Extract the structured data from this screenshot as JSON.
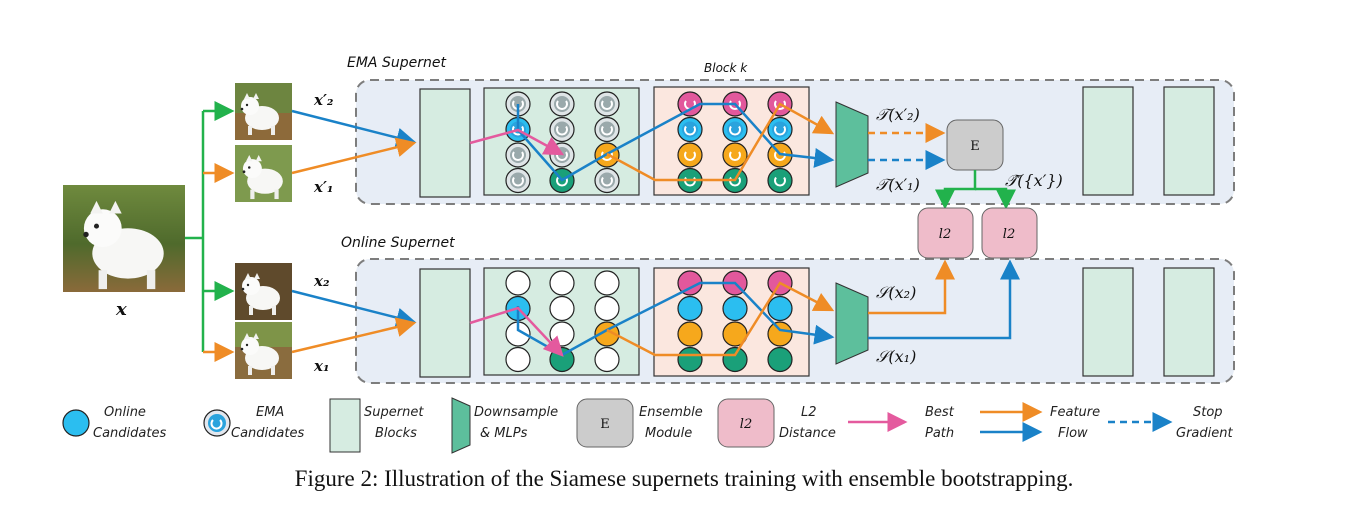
{
  "caption": "Figure 2: Illustration of the Siamese supernets training with ensemble bootstrapping.",
  "labels": {
    "ema_supernet": "EMA Supernet",
    "online_supernet": "Online Supernet",
    "block_k": "Block k",
    "input_x": "x",
    "x2_prime": "x′₂",
    "x1_prime": "x′₁",
    "x2": "x₂",
    "x1": "x₁",
    "t_x2_prime": "𝒯(x′₂)",
    "t_x1_prime": "𝒯(x′₁)",
    "t_hat": "𝒯̂({x′})",
    "s_x2": "𝒮(x₂)",
    "s_x1": "𝒮(x₁)",
    "ensemble": "E",
    "l2_a": "l2",
    "l2_b": "l2"
  },
  "legend": {
    "online_candidates": [
      "Online",
      "Candidates"
    ],
    "ema_candidates": [
      "EMA",
      "Candidates"
    ],
    "supernet_blocks": [
      "Supernet",
      "Blocks"
    ],
    "downsample": [
      "Downsample",
      "& MLPs"
    ],
    "ensemble_symbol": "E",
    "ensemble_module": [
      "Ensemble",
      "Module"
    ],
    "l2_symbol": "l2",
    "l2_distance": [
      "L2",
      "Distance"
    ],
    "best_path": [
      "Best",
      "Path"
    ],
    "feature_flow": [
      "Feature",
      "Flow"
    ],
    "stop_gradient": [
      "Stop",
      "Gradient"
    ]
  },
  "colors": {
    "panel_fill": "#e7edf6",
    "block_fill": "#d6ece1",
    "blockk_fill": "#fbe7df",
    "candidate_blue": "#2bbef0",
    "candidate_orange": "#f6a81c",
    "candidate_pink": "#e2589c",
    "candidate_green": "#1aa079",
    "mlp_green": "#5dbf9c",
    "ensemble_gray": "#cccccc",
    "l2_pink": "#efbcca",
    "best_path": "#e45a9e",
    "feature_flow_orange": "#ef8c26",
    "feature_flow_blue": "#1a82c8",
    "green_arrow": "#22b24c"
  }
}
